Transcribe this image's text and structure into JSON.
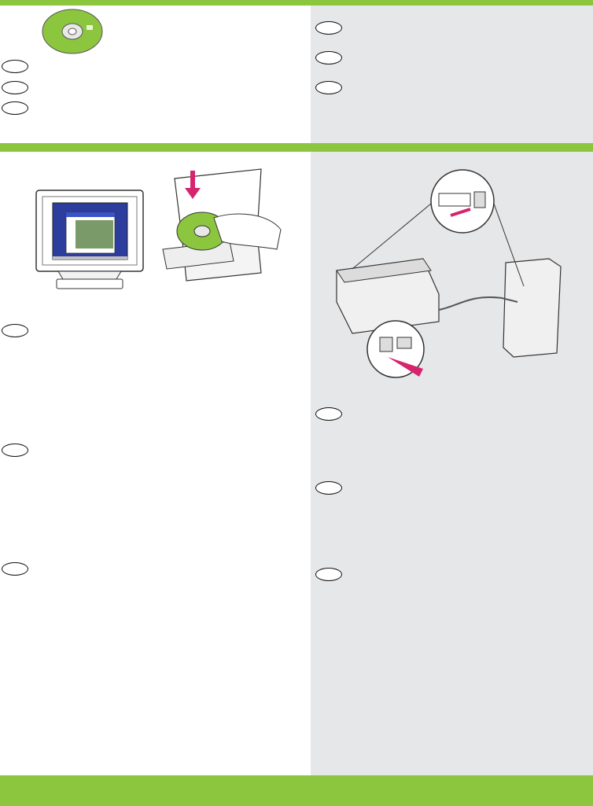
{
  "colors": {
    "green_band": "#8cc63f",
    "right_panel_gray": "#e6e7e8",
    "cd_green": "#8cc63f",
    "arrow_magenta": "#d6246e"
  },
  "top_section": {
    "left": {
      "cd_icon": "cd-disc-icon",
      "step_markers": 3
    },
    "right": {
      "step_markers": 3
    }
  },
  "main_section": {
    "left": {
      "illustrations": [
        "monitor-installer-screen",
        "printer-cd-insert"
      ],
      "step_markers": 3
    },
    "right": {
      "illustrations": [
        "usb-cable-connection"
      ],
      "step_markers": 3
    }
  }
}
